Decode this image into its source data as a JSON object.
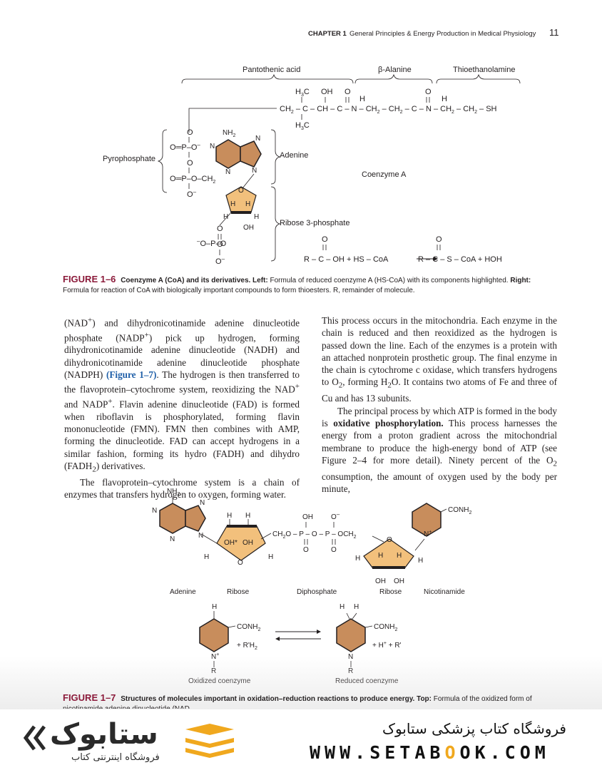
{
  "header": {
    "chapter": "CHAPTER 1",
    "title": "General Principles & Energy Production in Medical Physiology",
    "page": "11"
  },
  "fig6": {
    "labels": {
      "pantothenic": "Pantothenic acid",
      "alanine": "β-Alanine",
      "thio": "Thioethanolamine",
      "pyro": "Pyrophosphate",
      "adenine": "Adenine",
      "coa": "Coenzyme A",
      "ribose": "Ribose 3-phosphate"
    },
    "atoms": {
      "ch2": "CH",
      "h3c": "H",
      "c": "C",
      "oh": "OH",
      "o": "O",
      "n": "N",
      "h": "H",
      "ch": "CH",
      "sh": "SH",
      "nh2": "NH",
      "p": "P",
      "r": "R",
      "plus": "+",
      "hscoa": "HS",
      "coa": "CoA",
      "s": "S",
      "hoh": "HOH",
      "minus": "–",
      "dash": "–",
      "two": "2",
      "three": "3"
    },
    "caption": {
      "label": "FIGURE 1–6",
      "bold": "Coenzyme A (CoA) and its derivatives. Left:",
      "text1": " Formula of reduced coenzyme A (HS-CoA) with its components highlighted. ",
      "bold2": "Right:",
      "text2": " Formula for reaction of CoA with biologically important compounds to form thioesters. R, remainder of molecule."
    }
  },
  "body": {
    "left_p1a": "(NAD",
    "left_p1b": ") and dihydronicotinamide adenine dinucleotide phosphate (NADP",
    "left_p1c": ") pick up hydrogen, forming dihydronicotinamide adenine dinucleotide (NADH) and dihydronicotinamide adenine dinucleotide phosphate (NADPH) ",
    "left_fig_ref": "(Figure 1–7)",
    "left_p1d": ". The hydrogen is then transferred to the flavoprotein–cytochrome system, reoxidizing the NAD",
    "left_p1e": " and NADP",
    "left_p1f": ". Flavin adenine dinucleotide (FAD) is formed when riboflavin is phosphorylated, forming flavin mononucleotide (FMN). FMN then combines with AMP, forming the dinucleotide. FAD can accept hydrogens in a similar fashion, forming its hydro (FADH) and dihydro (FADH",
    "left_p1g": ") derivatives.",
    "left_p2": "The flavoprotein–cytochrome system is a chain of enzymes that transfers hydrogen to oxygen, forming water.",
    "right_p1a": "This process occurs in the mitochondria. Each enzyme in the chain is reduced and then reoxidized as the hydrogen is passed down the line. Each of the enzymes is a protein with an attached nonprotein prosthetic group. The final enzyme in the chain is cytochrome c oxidase, which transfers hydrogens to O",
    "right_p1b": ", forming H",
    "right_p1c": "O. It contains two atoms of Fe and three of Cu and has 13 subunits.",
    "right_p2a": "The principal process by which ATP is formed in the body is ",
    "right_p2_bold": "oxidative phosphorylation.",
    "right_p2b": " This process harnesses the energy from a proton gradient across the mitochondrial membrane to produce the high-energy bond of ATP (see Figure 2–4 for more detail). Ninety percent of the O",
    "right_p2c": " consumption, the amount of oxygen used by the body per minute,",
    "sup_plus": "+",
    "sub_two": "2"
  },
  "fig7": {
    "labels": {
      "adenine": "Adenine",
      "ribose1": "Ribose",
      "diphosphate": "Diphosphate",
      "ribose2": "Ribose",
      "nicotinamide": "Nicotinamide",
      "oxidized": "Oxidized coenzyme",
      "reduced": "Reduced coenzyme"
    },
    "atoms": {
      "nh2": "NH",
      "two": "2",
      "n": "N",
      "h": "H",
      "oh": "OH",
      "o": "O",
      "ch2o": "CH",
      "p": "P",
      "och2": "OCH",
      "conh2": "CONH",
      "ohplus": "OH*",
      "r": "R",
      "rh2": "+ R'H",
      "hplus": "+  H",
      "rp": "+  R'",
      "minus": "–",
      "plus": "+"
    },
    "caption": {
      "label": "FIGURE 1–7",
      "bold": "Structures of molecules important in oxidation–reduction reactions to produce energy. Top:",
      "text": " Formula of the oxidized form of nicotinamide adenine dinucleotide (NAD"
    }
  },
  "banner": {
    "store_name": "فروشگاه کتاب پزشکی ستابوک",
    "url_a": "WWW.SETAB",
    "url_o": "O",
    "url_b": "OK.COM",
    "logo_word": "ستابوک",
    "logo_sub": "فروشگاه اینترنتی کتاب"
  },
  "colors": {
    "figure_label": "#8b1a3a",
    "link": "#1f5fa8",
    "ring_fill": "#f2c07c",
    "ring_stroke": "#231f20",
    "nicotinamide_fill": "#c88d5c",
    "logo_orange": "#f0a81e"
  }
}
